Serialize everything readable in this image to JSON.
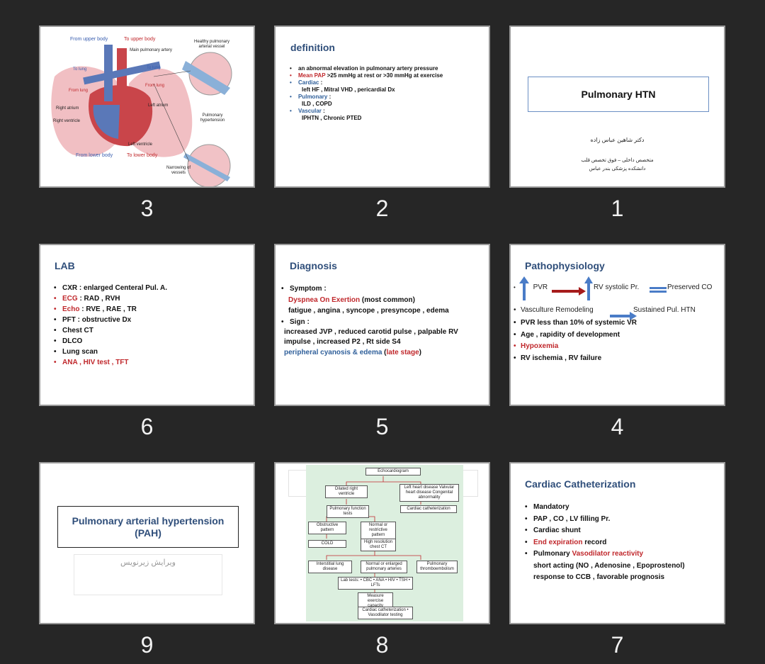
{
  "slides": [
    {
      "number": "1",
      "title": "Pulmonary HTN",
      "author": "دکتر شاهین عباس زاده",
      "role": "متخصص داخلی – فوق تخصص قلب",
      "school": "دانشکده پزشکی بندر عباس"
    },
    {
      "number": "2",
      "title": "definition",
      "items": [
        {
          "a": "an abnormal elevation in pulmonary artery pressure",
          "b": "",
          "c": ""
        },
        {
          "a": "",
          "b": "Mean PAP",
          "c": " >25 mmHg at rest or >30 mmHg  at exercise"
        },
        {
          "a": "",
          "b": "Cardiac",
          "c": " :"
        },
        {
          "a": "left HF , Mitral VHD , pericardial Dx",
          "b": "",
          "c": ""
        },
        {
          "a": "",
          "b": "Pulmonary",
          "c": " :"
        },
        {
          "a": "ILD , COPD",
          "b": "",
          "c": ""
        },
        {
          "a": "",
          "b": "Vascular",
          "c": " :"
        },
        {
          "a": "IPHTN , Chronic PTED",
          "b": "",
          "c": ""
        }
      ]
    },
    {
      "number": "3",
      "labels": {
        "from_upper": "From upper body",
        "to_upper": "To upper body",
        "main_pa": "Main pulmonary artery",
        "healthy": "Healthy pulmonary arterial vessel",
        "to_lung1": "To lung",
        "to_lung2": "To lung",
        "from_lung1": "From lung",
        "from_lung2": "From lung",
        "right_atrium": "Right atrium",
        "left_atrium": "Left atrium",
        "right_ventricle": "Right ventricle",
        "pulm_htn": "Pulmonary hypertension",
        "left_ventricle": "Left ventricle",
        "from_lower": "From lower body",
        "to_lower": "To lower body",
        "narrowing": "Narrowing of vessels"
      }
    },
    {
      "number": "4",
      "title": "Pathophysiology",
      "row1": {
        "pvr": "PVR",
        "rvsp": "RV systolic Pr.",
        "co": "Preserved CO"
      },
      "row2": {
        "remodel": "Vasculture Remodeling",
        "sustained": "Sustained Pul. HTN"
      },
      "items": [
        "PVR less than 10% of systemic VR",
        "Age , rapidity of development",
        "Hypoxemia",
        "RV ischemia , RV failure"
      ]
    },
    {
      "number": "5",
      "title": "Diagnosis",
      "symptom": "Symptom :",
      "dyspnea": "Dyspnea On Exertion",
      "dyspnea_note": " (most common)",
      "fatigue": "fatigue , angina , syncope , presyncope , edema",
      "sign": "Sign :",
      "signs": "increased JVP , reduced carotid pulse , palpable RV impulse , increased P2 , Rt side S4",
      "cyanosis": "peripheral cyanosis & edema",
      "late": "late stage"
    },
    {
      "number": "6",
      "title": "LAB",
      "items": [
        {
          "a": "CXR",
          "b": " : enlarged Centeral Pul. A."
        },
        {
          "a": "ECG",
          "b": " : RAD , RVH"
        },
        {
          "a": "Echo",
          "b": " : RVE , RAE , TR"
        },
        {
          "a": "PFT",
          "b": " : obstructive Dx"
        },
        {
          "a": "Chest CT",
          "b": ""
        },
        {
          "a": "DLCO",
          "b": ""
        },
        {
          "a": "Lung scan",
          "b": ""
        },
        {
          "a": "ANA , HIV test , TFT",
          "b": ""
        }
      ]
    },
    {
      "number": "7",
      "title": "Cardiac Catheterization",
      "items": [
        "Mandatory",
        "PAP , CO , LV filling Pr.",
        "Cardiac shunt"
      ],
      "end_exp": "End expiration",
      "record": " record",
      "pulm": "Pulmonary ",
      "vaso": "Vasodilator reactivity",
      "short": "short acting (NO , Adenosine , Epoprostenol)",
      "resp": "response to CCB , favorable prognosis"
    },
    {
      "number": "8",
      "flow": {
        "echo": "Echocardiogram",
        "dilated": "Dilated right ventricle",
        "left_heart": "Left heart disease Valvular heart disease Congenital abnormality",
        "pft": "Pulmonary function tests",
        "cath1": "Cardiac catheterization",
        "obstructive": "Obstructive pattern",
        "normal": "Normal or restrictive pattern",
        "copd": "COLD",
        "hrct": "High resolution chest CT",
        "interstitial": "Interstitial lung disease",
        "normal_enl": "Normal or enlarged pulmonary arteries",
        "pte": "Pulmonary thromboembolism",
        "labtests": "Lab tests: • CBC • ANA • HIV • TSH • LFTs",
        "exercise": "Measure exercise capacity",
        "cath2": "Cardiac catheterization • Vasodilator testing"
      }
    },
    {
      "number": "9",
      "title": "Pulmonary arterial hypertension (PAH)",
      "subtitle": "ویرایش زیرنویس"
    }
  ]
}
